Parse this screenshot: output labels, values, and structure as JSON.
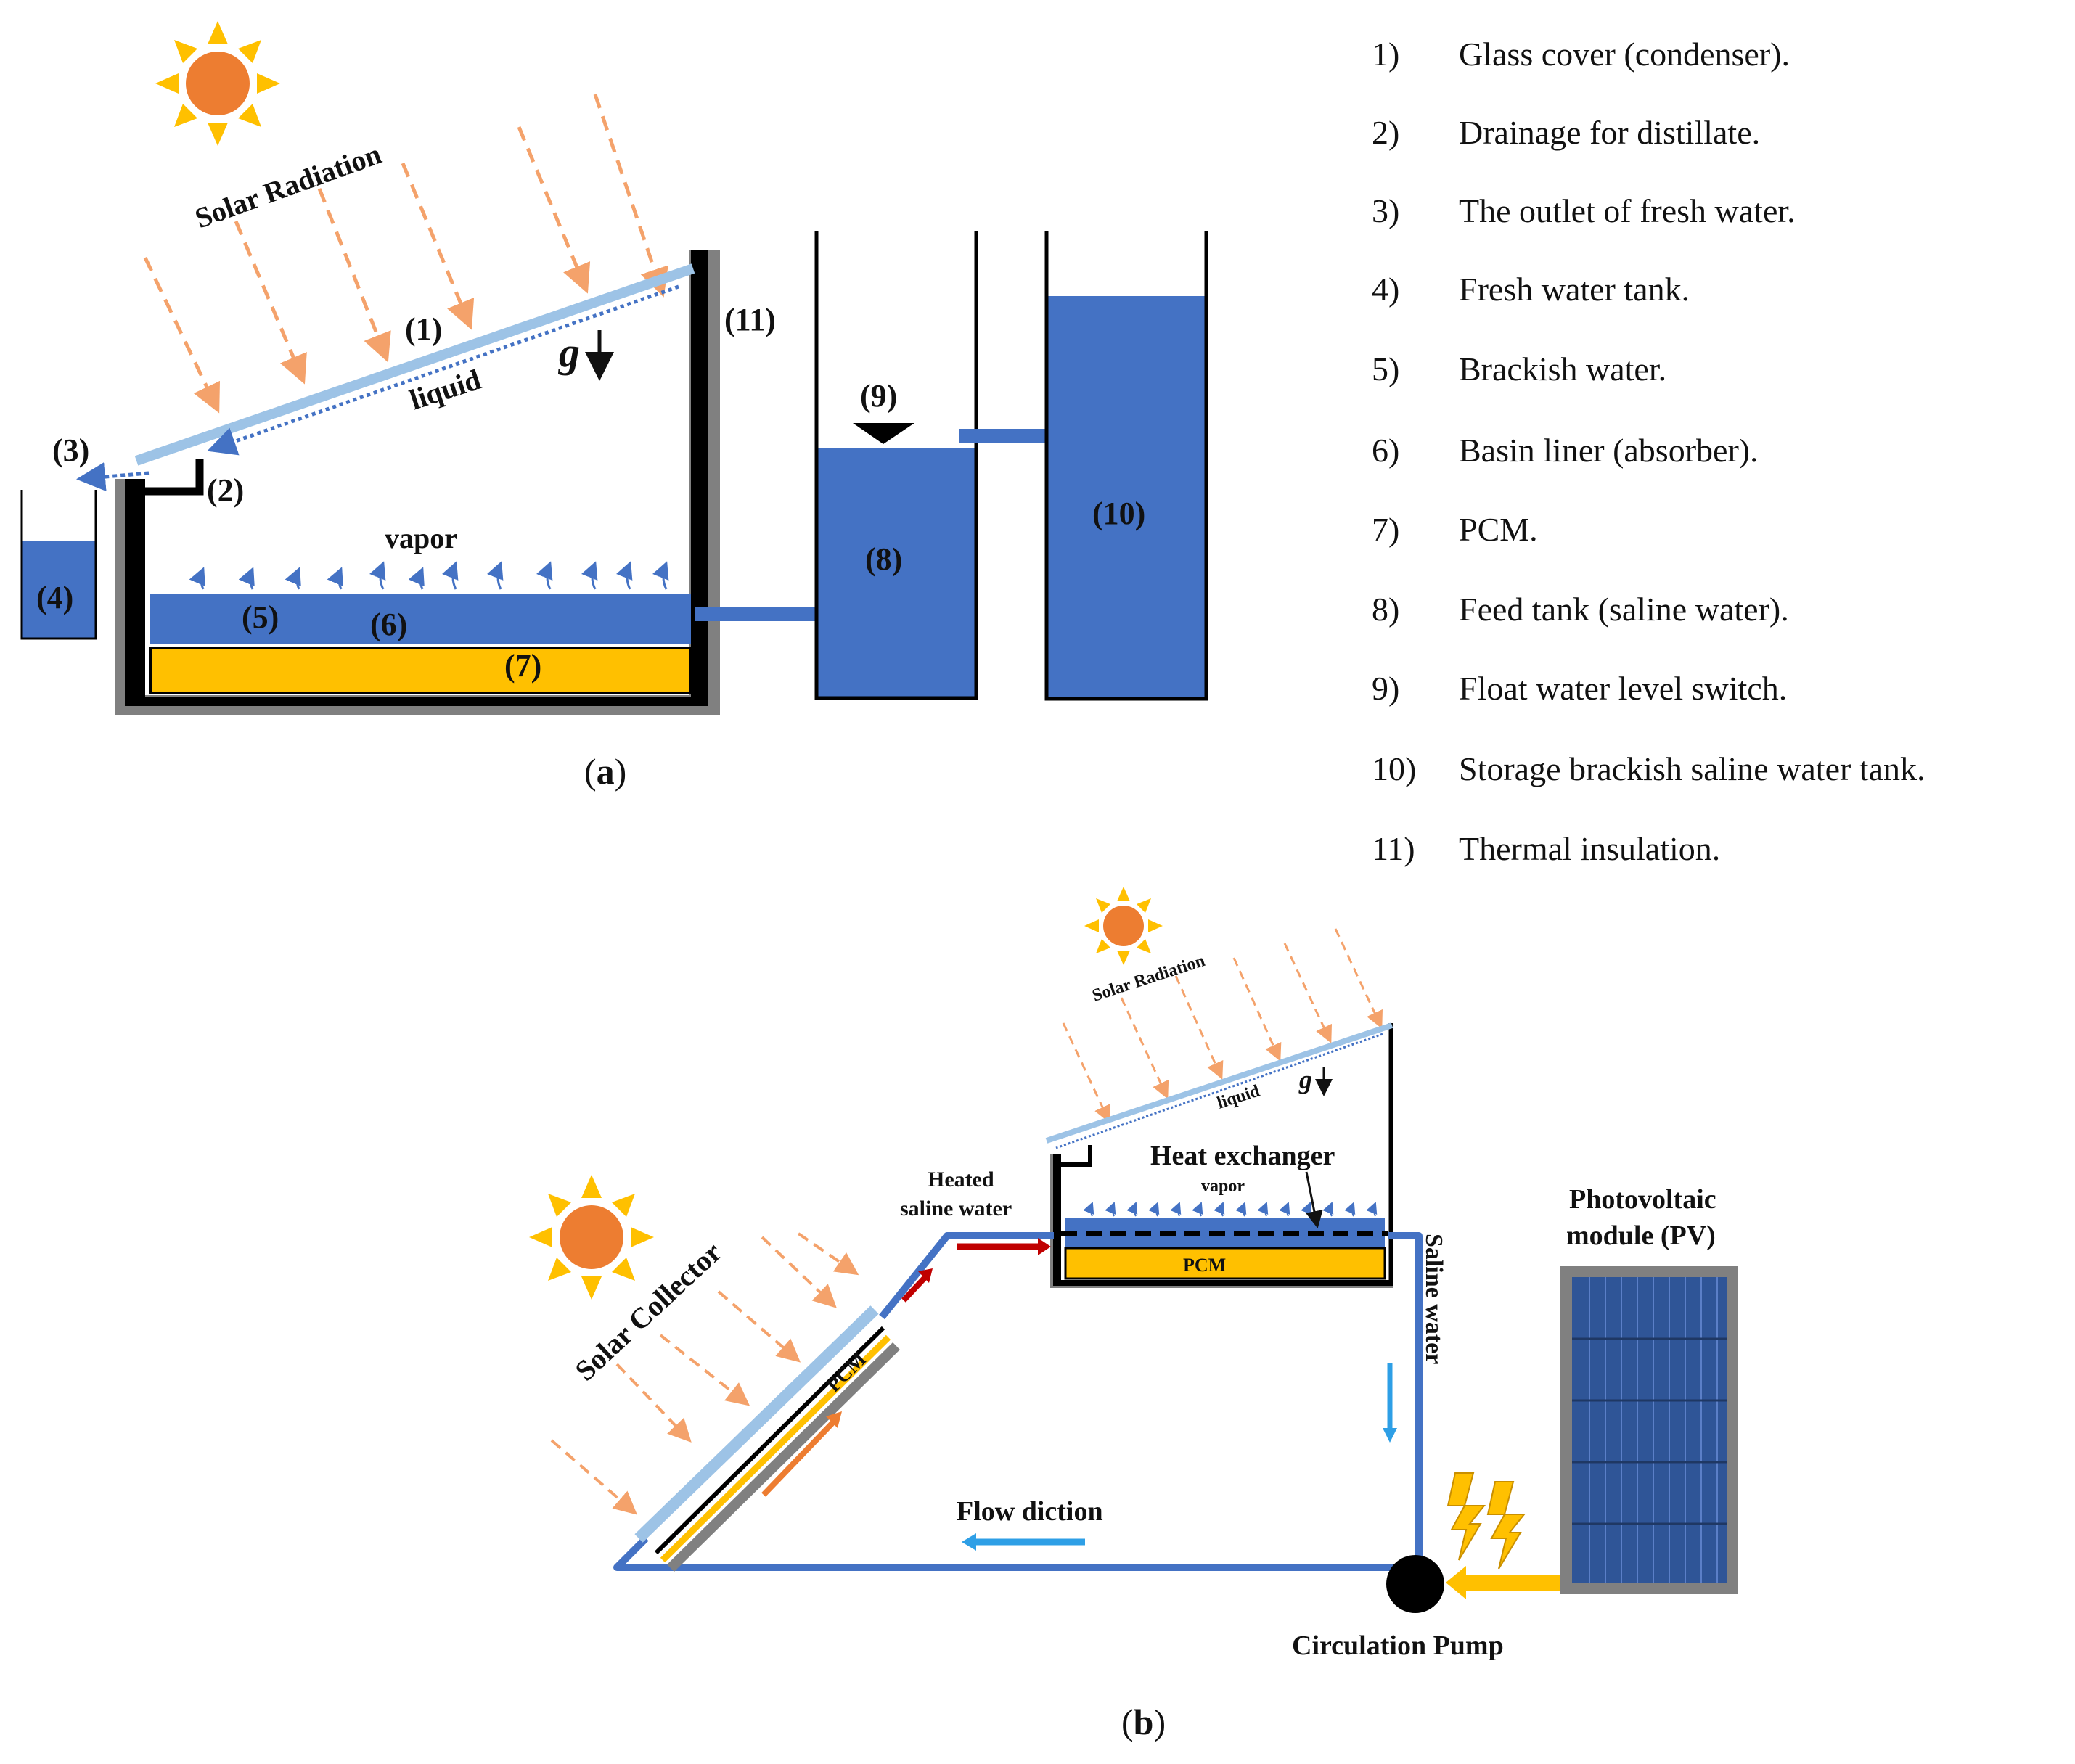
{
  "colors": {
    "water": "#4472c4",
    "pcm": "#ffc000",
    "glass": "#9dc3e6",
    "wall": "#000000",
    "insulation": "#808080",
    "sun": "#ed7d31",
    "sun_rays": "#ffc000",
    "radiation": "#f4a26b",
    "hot_arrow": "#c00000",
    "cold_arrow": "#2e9fe6",
    "collector_arrow": "#ed7d31",
    "bolt": "#ffc000",
    "pv_panel": "#2f5597"
  },
  "icons": [
    "sun-icon",
    "gravity-arrow-icon",
    "float-switch-icon",
    "lightning-bolt-icon",
    "circulation-pump-icon"
  ],
  "panel_a": {
    "caption_open": "(",
    "caption_letter": "a",
    "caption_close": ")",
    "solar_radiation": "Solar Radiation",
    "liquid": "liquid",
    "vapor": "vapor",
    "gravity": "g",
    "markers": {
      "m1": "(1)",
      "m2": "(2)",
      "m3": "(3)",
      "m4": "(4)",
      "m5": "(5)",
      "m6": "(6)",
      "m7": "(7)",
      "m8": "(8)",
      "m9": "(9)",
      "m10": "(10)",
      "m11": "(11)"
    }
  },
  "legend": [
    {
      "num": "1)",
      "text": "Glass cover (condenser)."
    },
    {
      "num": "2)",
      "text": "Drainage for distillate."
    },
    {
      "num": "3)",
      "text": "The outlet of fresh water."
    },
    {
      "num": "4)",
      "text": "Fresh water tank."
    },
    {
      "num": "5)",
      "text": "Brackish water."
    },
    {
      "num": "6)",
      "text": "Basin liner (absorber)."
    },
    {
      "num": "7)",
      "text": "PCM."
    },
    {
      "num": "8)",
      "text": "Feed tank (saline water)."
    },
    {
      "num": "9)",
      "text": "Float water level switch."
    },
    {
      "num": "10)",
      "text": "Storage brackish saline water tank."
    },
    {
      "num": "11)",
      "text": "Thermal insulation."
    }
  ],
  "panel_b": {
    "caption_open": "(",
    "caption_letter": "b",
    "caption_close": ")",
    "solar_radiation": "Solar Radiation",
    "liquid": "liquid",
    "vapor": "vapor",
    "gravity": "g",
    "heat_exchanger": "Heat exchanger",
    "pcm_still": "PCM",
    "pcm_collector": "PCM",
    "heated_line1": "Heated",
    "heated_line2": "saline water",
    "saline_water": "Saline water",
    "solar_collector": "Solar Collector",
    "flow_direction": "Flow diction",
    "pv_line1": "Photovoltaic",
    "pv_line2": "module (PV)",
    "pump": "Circulation Pump"
  }
}
